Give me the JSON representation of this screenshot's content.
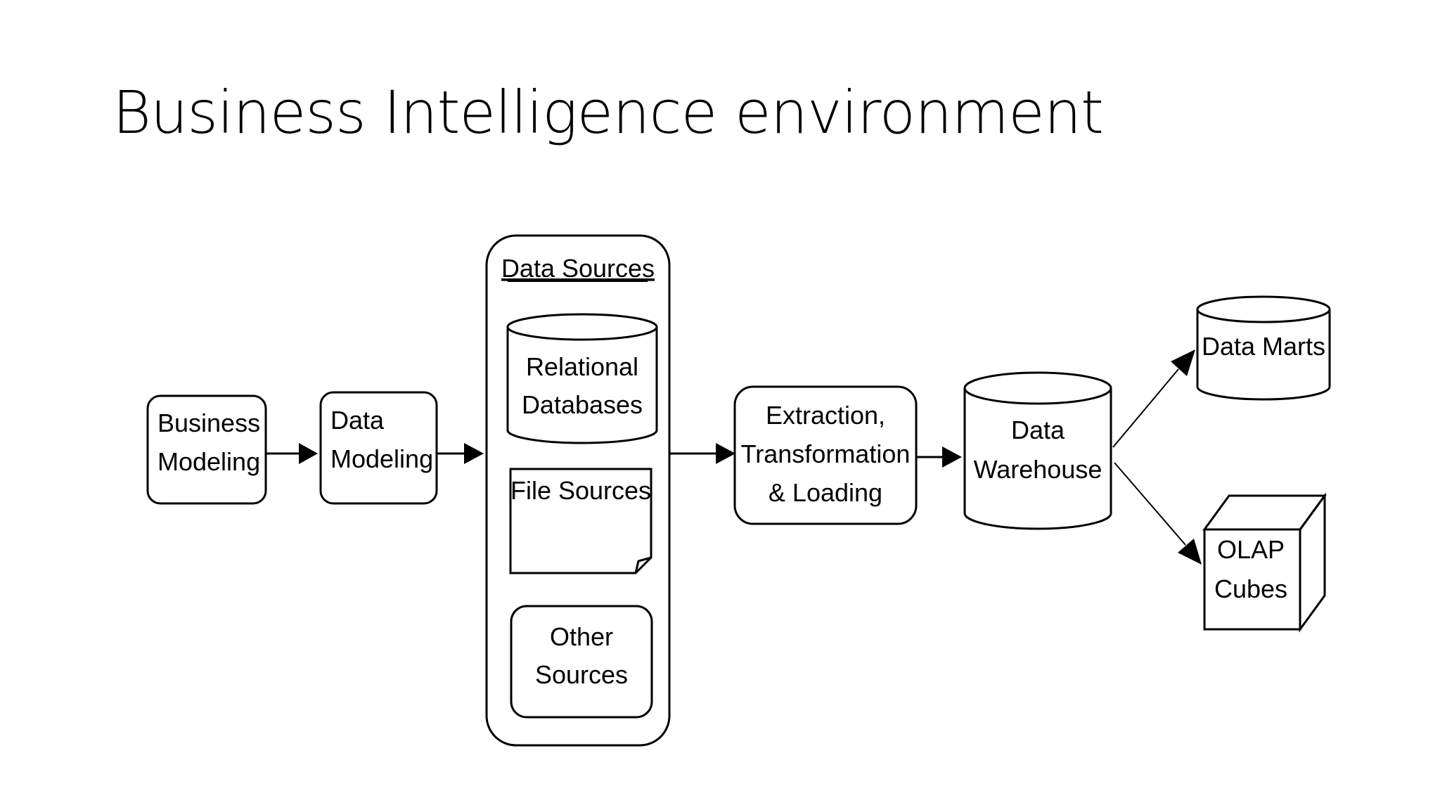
{
  "slide": {
    "title": "Business Intelligence environment"
  },
  "nodes": {
    "business_modeling": [
      "Business",
      "Modeling"
    ],
    "data_modeling": [
      "Data",
      "Modeling"
    ],
    "data_sources": "Data Sources",
    "relational_databases": [
      "Relational",
      "Databases"
    ],
    "file_sources": "File Sources",
    "other_sources": [
      "Other",
      "Sources"
    ],
    "etl": [
      "Extraction,",
      "Transformation",
      "& Loading"
    ],
    "data_warehouse": [
      "Data",
      "Warehouse"
    ],
    "data_marts": "Data Marts",
    "olap_cubes": [
      "OLAP",
      "Cubes"
    ]
  },
  "colors": {
    "stroke": "#000000",
    "fill": "#ffffff",
    "cube_side": "#d3d3d3"
  }
}
